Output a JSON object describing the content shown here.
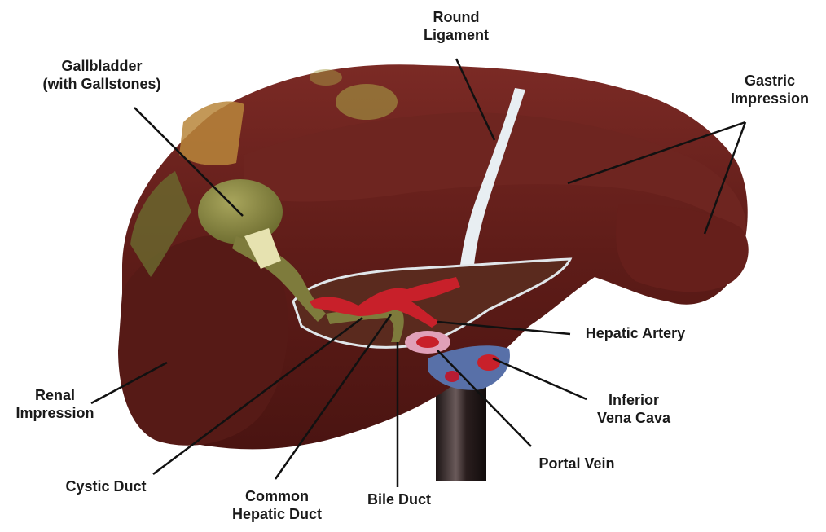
{
  "labels": {
    "round_ligament": [
      "Round",
      "Ligament"
    ],
    "gallbladder": [
      "Gallbladder",
      "(with Gallstones)"
    ],
    "gastric_impression": [
      "Gastric",
      "Impression"
    ],
    "hepatic_artery": [
      "Hepatic Artery"
    ],
    "renal_impression": [
      "Renal",
      "Impression"
    ],
    "inferior_vena_cava": [
      "Inferior",
      "Vena Cava"
    ],
    "portal_vein": [
      "Portal Vein"
    ],
    "cystic_duct": [
      "Cystic Duct"
    ],
    "common_hepatic_duct": [
      "Common",
      "Hepatic  Duct"
    ],
    "bile_duct": [
      "Bile Duct"
    ]
  },
  "colors": {
    "liver": "#5a1a17",
    "liver_highlight": "#7a2a24",
    "gallbladder": "#7e7b3c",
    "artery": "#c8202a",
    "vein": "#5870a8",
    "ligament": "#e8eef2",
    "stand": "#2a2020"
  }
}
